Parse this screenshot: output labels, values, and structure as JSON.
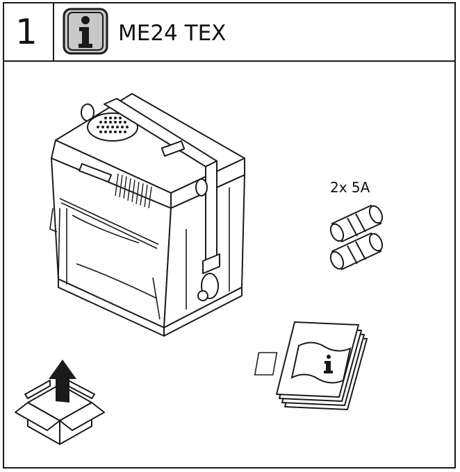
{
  "header": {
    "step_number": "1",
    "product_name": "ME24 TEX"
  },
  "parts": {
    "fuse_label": "2x 5A"
  },
  "icons": {
    "header_icon": "info-icon",
    "manual_icon": "info-icon",
    "unpack_icon": "unpack-box-arrow-icon"
  },
  "colors": {
    "ink": "#1a1a1a",
    "icon_fill": "#c8c8c8",
    "background": "#ffffff"
  }
}
